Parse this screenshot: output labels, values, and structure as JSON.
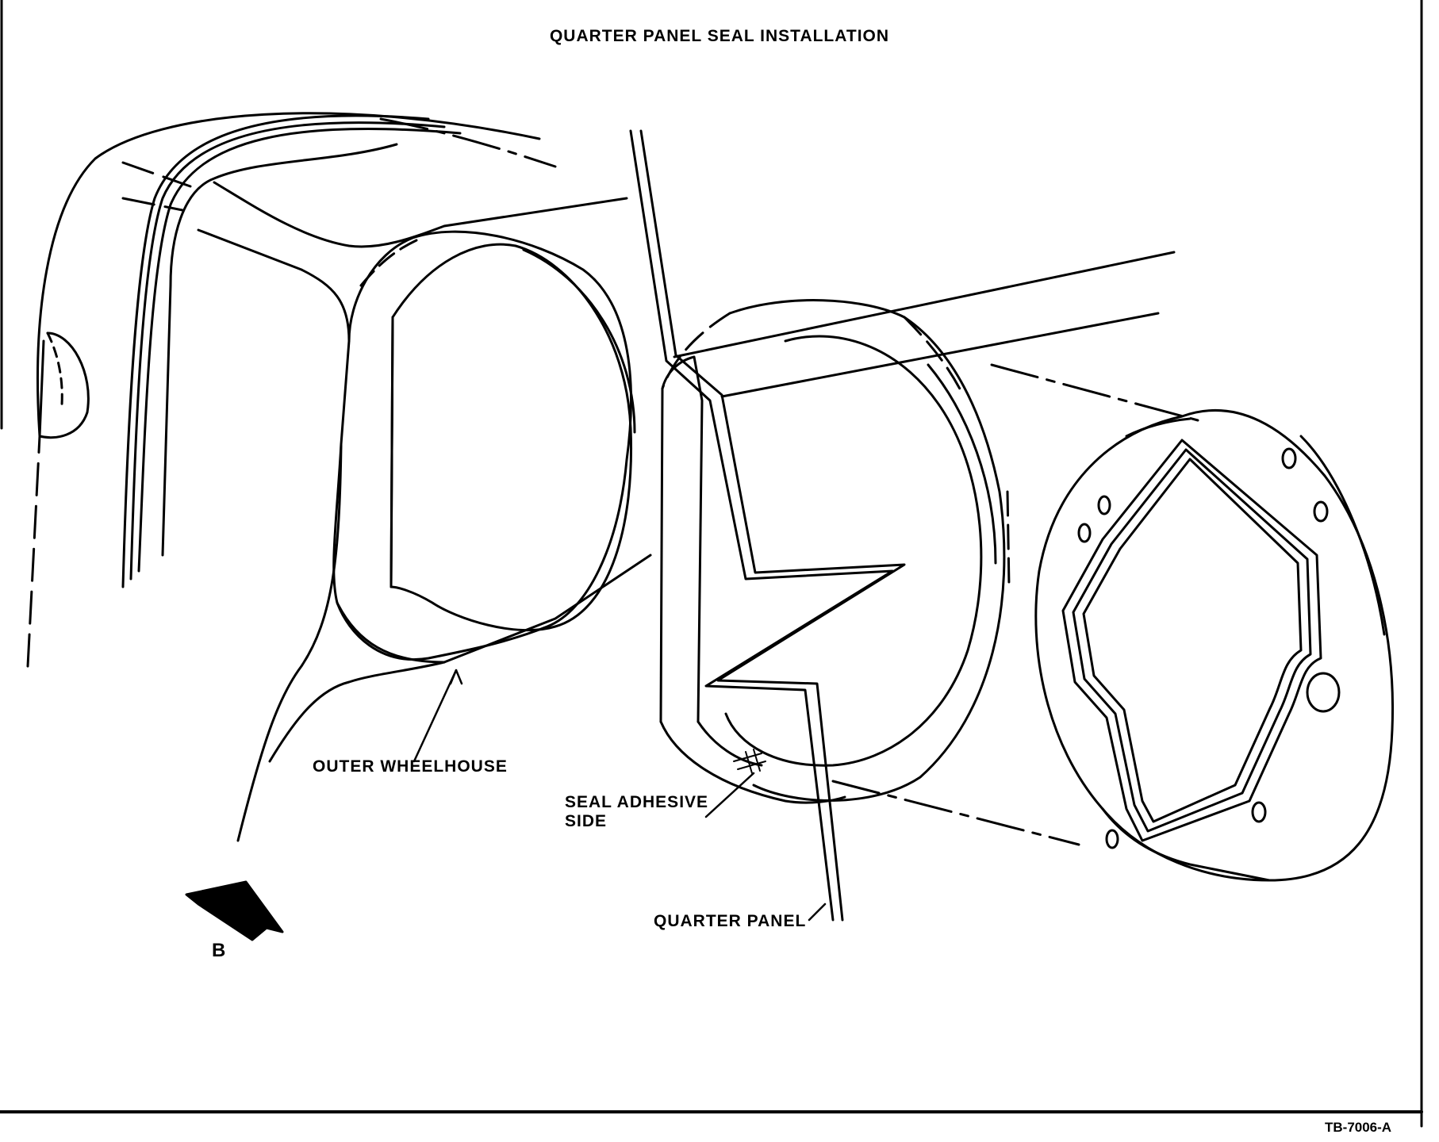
{
  "figure": {
    "title": "QUARTER PANEL SEAL INSTALLATION",
    "labels": {
      "outer_wheelhouse": "OUTER WHEELHOUSE",
      "seal_adhesive_line1": "SEAL ADHESIVE",
      "seal_adhesive_line2": "SIDE",
      "quarter_panel": "QUARTER PANEL",
      "view_arrow": "B"
    },
    "reference": "TB-7006-A",
    "colors": {
      "ink": "#000000",
      "paper": "#ffffff"
    }
  }
}
